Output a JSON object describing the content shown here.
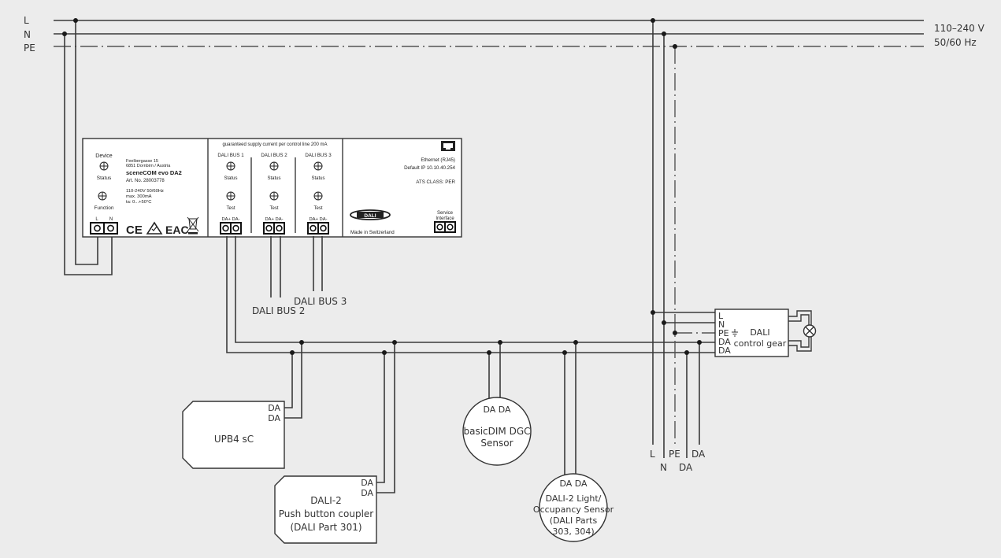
{
  "supply": {
    "rails": [
      "L",
      "N",
      "PE"
    ],
    "voltage": "110–240 V",
    "frequency": "50/60 Hz"
  },
  "device": {
    "left_panel": {
      "device_label": "Device",
      "status_label": "Status",
      "function_label": "Function",
      "terminal_l": "L",
      "terminal_n": "N"
    },
    "info": {
      "address_line1": "Feelbergasse 15",
      "address_line2": "6851 Dornbirn / Austria",
      "product_name": "sceneCOM evo DA2",
      "art_no": "Art. No. 28003778",
      "power": "110-240V 50/60Hz",
      "current": "max. 300mA",
      "temp": "ta: 0...+50°C"
    },
    "certifications": [
      "CE",
      "RCM",
      "EAC",
      "WEEE"
    ],
    "bus_header": "guaranteed supply current per control line 200 mA",
    "buses": [
      {
        "name": "DALI BUS 1",
        "status": "Status",
        "test": "Test",
        "terminals": "DA+ DA-"
      },
      {
        "name": "DALI BUS 2",
        "status": "Status",
        "test": "Test",
        "terminals": "DA+ DA-"
      },
      {
        "name": "DALI BUS 3",
        "status": "Status",
        "test": "Test",
        "terminals": "DA+ DA-"
      }
    ],
    "right_panel": {
      "ethernet": "Ethernet (RJ45)",
      "default_ip": "Default IP 10.10.40.254",
      "ats_class": "ATS CLASS: PER",
      "dali_logo": "DALI",
      "made_in": "Made in Switzerland",
      "service_line1": "Service",
      "service_line2": "Interface"
    }
  },
  "bus_labels": {
    "bus2": "DALI BUS 2",
    "bus3": "DALI BUS 3"
  },
  "control_gear": {
    "terminals": [
      "L",
      "N",
      "PE",
      "DA",
      "DA"
    ],
    "title_line1": "DALI",
    "title_line2": "control gear"
  },
  "gear_wire_labels": {
    "top": [
      "L",
      "PE",
      "DA"
    ],
    "bottom": [
      "N",
      "DA"
    ]
  },
  "devices": {
    "upb4": {
      "name": "UPB4 sC",
      "terminals": [
        "DA",
        "DA"
      ]
    },
    "push_coupler": {
      "line1": "DALI-2",
      "line2": "Push button coupler",
      "line3": "(DALI Part 301)",
      "terminals": [
        "DA",
        "DA"
      ]
    },
    "basicdim": {
      "terminals": "DA DA",
      "line1": "basicDIM DGC",
      "line2": "Sensor"
    },
    "light_sensor": {
      "terminals": "DA DA",
      "line1": "DALI-2 Light/",
      "line2": "Occupancy Sensor",
      "line3": "(DALI Parts",
      "line4": "303, 304)"
    }
  }
}
